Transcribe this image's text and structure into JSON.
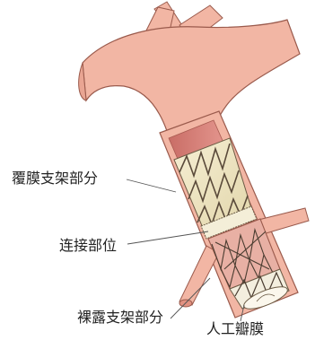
{
  "labels": {
    "covered_stent": "覆膜支架部分",
    "connection": "连接部位",
    "bare_stent": "裸露支架部分",
    "valve": "人工瓣膜"
  },
  "colors": {
    "vessel": "#f2b6a4",
    "vessel_outline": "#9a5a4c",
    "lumen": "#d77f76",
    "stent_fabric": "#efe6c2",
    "stent_wire": "#5a4a3a",
    "leader_line": "#555555"
  }
}
